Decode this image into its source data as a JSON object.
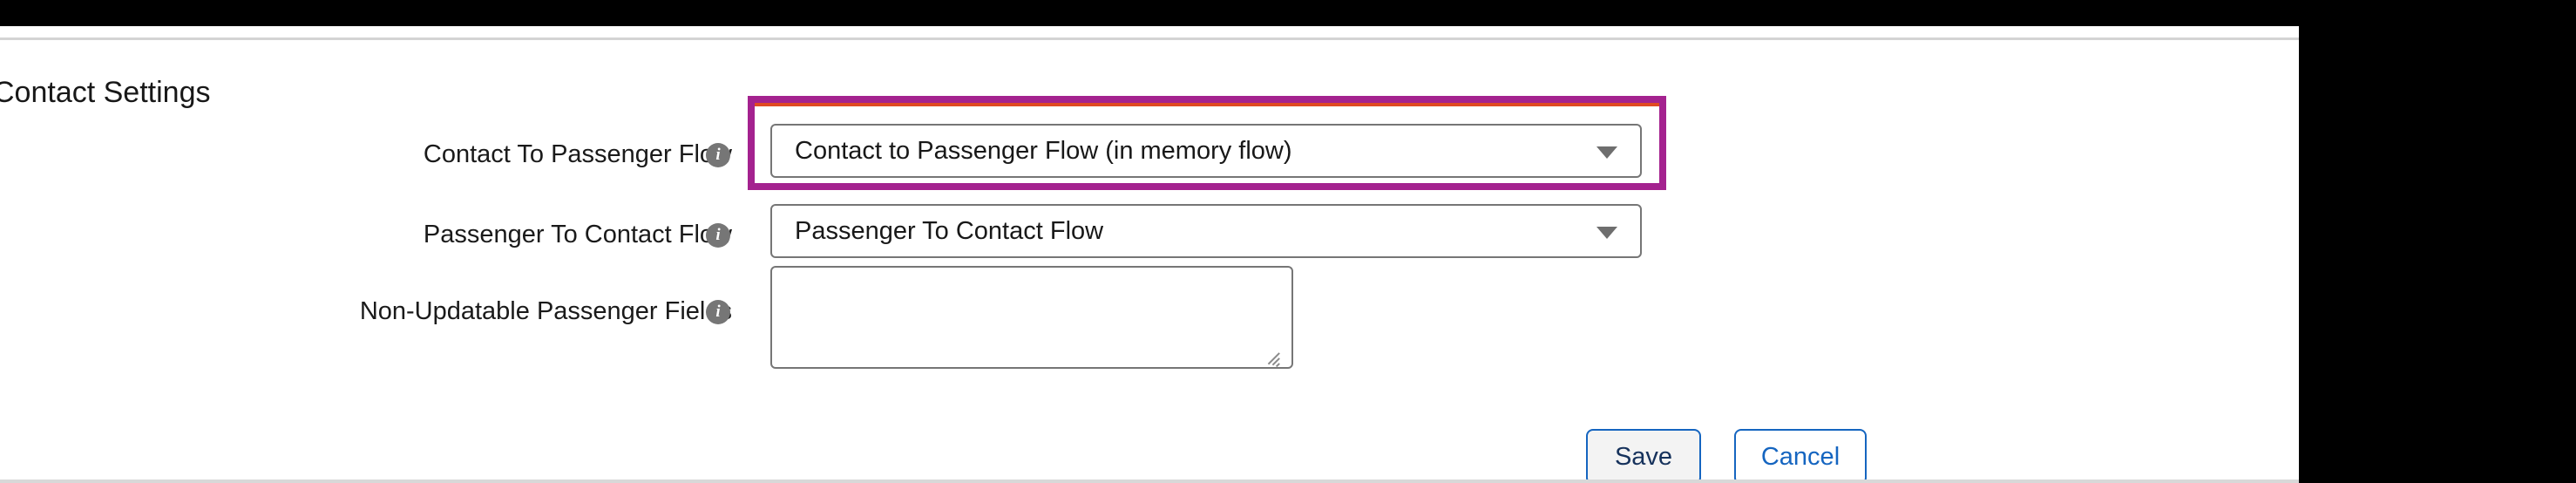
{
  "window": {
    "chrome_color": "#000000",
    "page_background": "#ffffff"
  },
  "page": {
    "heading": "Contact Settings"
  },
  "highlight": {
    "border_color": "#a4228f",
    "accent_color": "#e04a22",
    "target": "contact-to-passenger-flow-select"
  },
  "form": {
    "rows": [
      {
        "label": "Contact To Passenger Flow",
        "info_icon": "info-icon",
        "control": "select",
        "value": "Contact to Passenger Flow (in memory flow)",
        "highlighted": true
      },
      {
        "label": "Passenger To Contact Flow",
        "info_icon": "info-icon",
        "control": "select",
        "value": "Passenger To Contact Flow",
        "highlighted": false
      },
      {
        "label": "Non-Updatable Passenger Fields",
        "info_icon": "info-icon",
        "control": "textarea",
        "value": "",
        "placeholder": "",
        "highlighted": false
      }
    ]
  },
  "actions": {
    "save_label": "Save",
    "cancel_label": "Cancel",
    "save_color": "#16325c",
    "cancel_color": "#1565c0",
    "button_border_color": "#1565c0"
  },
  "icons": {
    "info": "i",
    "dropdown_arrow": "chevron-down-icon",
    "resize_grip": "resize-grip-icon"
  }
}
